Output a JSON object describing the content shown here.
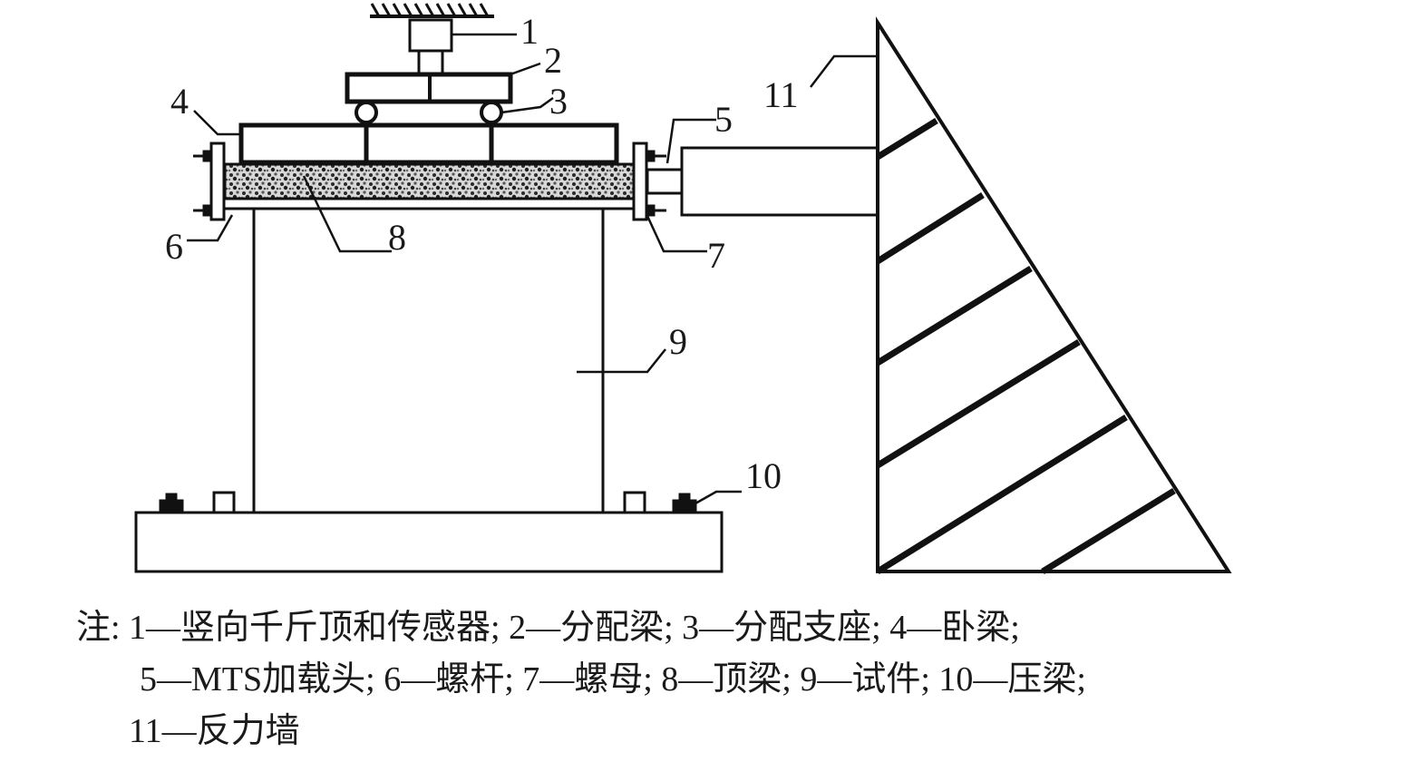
{
  "labels": {
    "l1": "1",
    "l2": "2",
    "l3": "3",
    "l4": "4",
    "l5": "5",
    "l6": "6",
    "l7": "7",
    "l8": "8",
    "l9": "9",
    "l10": "10",
    "l11": "11"
  },
  "note": {
    "line1": "注: 1—竖向千斤顶和传感器; 2—分配梁; 3—分配支座; 4—卧梁;",
    "line2": "5—MTS加载头; 6—螺杆; 7—螺母; 8—顶梁; 9—试件; 10—压梁;",
    "line3": "11—反力墙"
  }
}
